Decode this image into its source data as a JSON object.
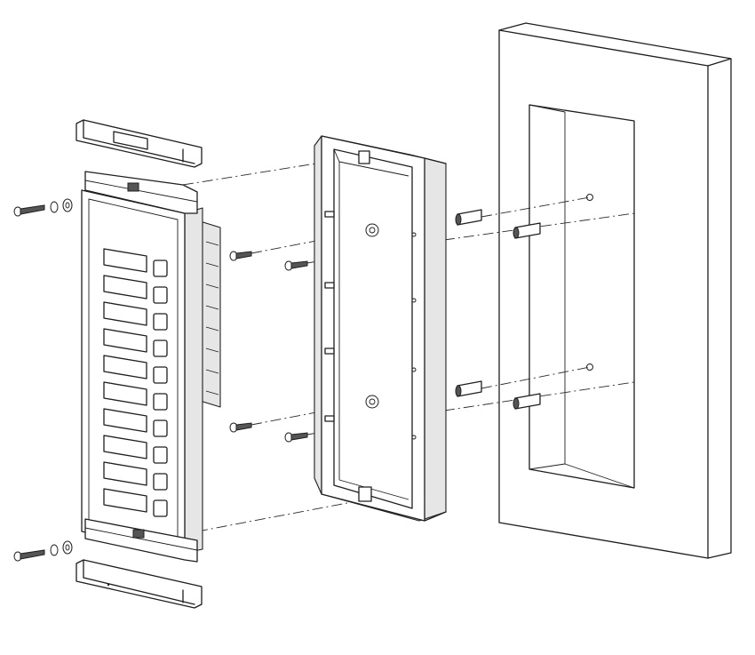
{
  "diagram": {
    "type": "exploded assembly drawing",
    "components": [
      "top-cover-strip",
      "bottom-cover-strip",
      "door-station-panel",
      "back-box",
      "wall-recess",
      "wall-anchors",
      "panel-screws",
      "backbox-screws",
      "washers"
    ],
    "panel": {
      "name_slots": 10,
      "call_buttons": 10
    },
    "colors": {
      "line": "#1e1e1e",
      "shade": "#e6e6e6",
      "background": "#ffffff"
    }
  }
}
